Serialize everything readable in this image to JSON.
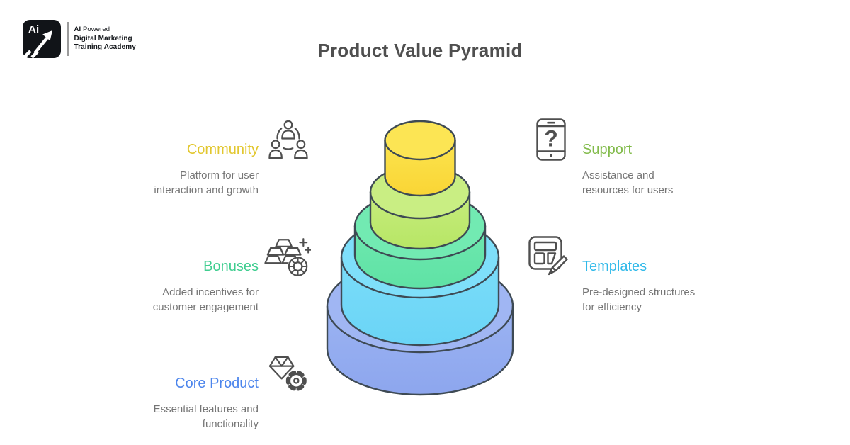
{
  "brand": {
    "mark": "Ai",
    "line1_strong": "AI",
    "line1_light": "Powered",
    "line2": "Digital Marketing",
    "line3": "Training Academy"
  },
  "title": "Product Value Pyramid",
  "features": {
    "left": [
      {
        "id": "community",
        "label": "Community",
        "color": "#e2c72f",
        "description": "Platform for user\ninteraction and growth",
        "icon": "community-icon"
      },
      {
        "id": "bonuses",
        "label": "Bonuses",
        "color": "#3ecd8f",
        "description": "Added incentives for\ncustomer engagement",
        "icon": "gold-bars-icon"
      },
      {
        "id": "core-product",
        "label": "Core Product",
        "color": "#4c85ec",
        "description": "Essential features and\nfunctionality",
        "icon": "gem-gear-icon"
      }
    ],
    "right": [
      {
        "id": "support",
        "label": "Support",
        "color": "#82bb4b",
        "description": "Assistance and\nresources for users",
        "icon": "phone-question-icon"
      },
      {
        "id": "templates",
        "label": "Templates",
        "color": "#2fb9e9",
        "description": "Pre-designed structures\nfor efficiency",
        "icon": "layout-pencil-icon"
      }
    ]
  },
  "pyramid": {
    "type": "stacked-cylinder",
    "stroke": "#3e4a54",
    "tiers_top_to_bottom": [
      {
        "level": 5,
        "maps_to": "Community",
        "top": "#fce554",
        "side_top": "#fce44e",
        "side_bottom": "#f9d535"
      },
      {
        "level": 4,
        "maps_to": "Support",
        "top": "#c9ee83",
        "side_top": "#c7ec7e",
        "side_bottom": "#b7e665"
      },
      {
        "level": 3,
        "maps_to": "Bonuses",
        "top": "#72eab2",
        "side_top": "#6ee8af",
        "side_bottom": "#5fe2a5"
      },
      {
        "level": 2,
        "maps_to": "Templates",
        "top": "#7edffa",
        "side_top": "#7bddf9",
        "side_bottom": "#6ad4f6"
      },
      {
        "level": 1,
        "maps_to": "Core Product",
        "top": "#a0b6f3",
        "side_top": "#9bb3f2",
        "side_bottom": "#8da6ee"
      }
    ]
  }
}
